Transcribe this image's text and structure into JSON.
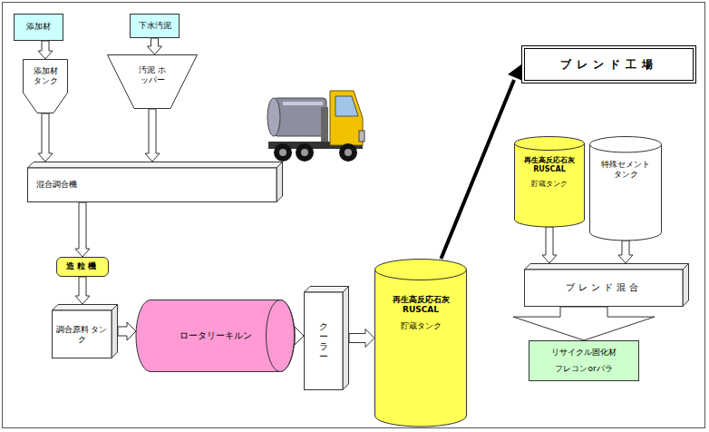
{
  "diagram": {
    "nodes": [
      {
        "text": [
          "添加材"
        ]
      },
      {
        "text": [
          "下水汚泥"
        ]
      },
      {
        "text": [
          "添加材 タンク"
        ]
      },
      {
        "text": [
          "汚泥 ホッパー"
        ]
      },
      {
        "text": [
          "混合調合機"
        ]
      },
      {
        "text": [
          "造粒機"
        ]
      },
      {
        "text": [
          "調合原料 タンク"
        ]
      },
      {
        "text": [
          "ロータリーキルン"
        ]
      },
      {
        "text": [
          "クーラー"
        ]
      },
      {
        "text": [
          "再生高反応石灰 RUSCAL",
          "貯蔵タンク"
        ]
      },
      {
        "text": [
          "ブレンド工場"
        ]
      },
      {
        "text": [
          "再生高反応石灰 RUSCAL",
          "貯蔵タンク"
        ]
      },
      {
        "text": [
          "特殊セメント タンク"
        ]
      },
      {
        "text": [
          "ブレンド混合"
        ]
      },
      {
        "text": [
          "リサイクル固化材",
          "フレコンorバラ"
        ]
      }
    ],
    "edges": [
      {
        "from": 0,
        "to": 2,
        "arrow": "to"
      },
      {
        "from": 1,
        "to": 3,
        "arrow": "to"
      },
      {
        "from": 2,
        "to": 4,
        "arrow": "to"
      },
      {
        "from": 3,
        "to": 4,
        "arrow": "to"
      },
      {
        "from": 4,
        "to": 5,
        "arrow": "to"
      },
      {
        "from": 5,
        "to": 6,
        "arrow": "to"
      },
      {
        "from": 6,
        "to": 7,
        "arrow": "to"
      },
      {
        "from": 7,
        "to": 8,
        "arrow": "to"
      },
      {
        "from": 8,
        "to": 9,
        "arrow": "to"
      },
      {
        "from": 9,
        "to": 10,
        "arrow": "to"
      },
      {
        "from": 11,
        "to": 13,
        "arrow": "to"
      },
      {
        "from": 12,
        "to": 13,
        "arrow": "to"
      },
      {
        "from": 13,
        "to": 14,
        "arrow": "to"
      }
    ]
  }
}
